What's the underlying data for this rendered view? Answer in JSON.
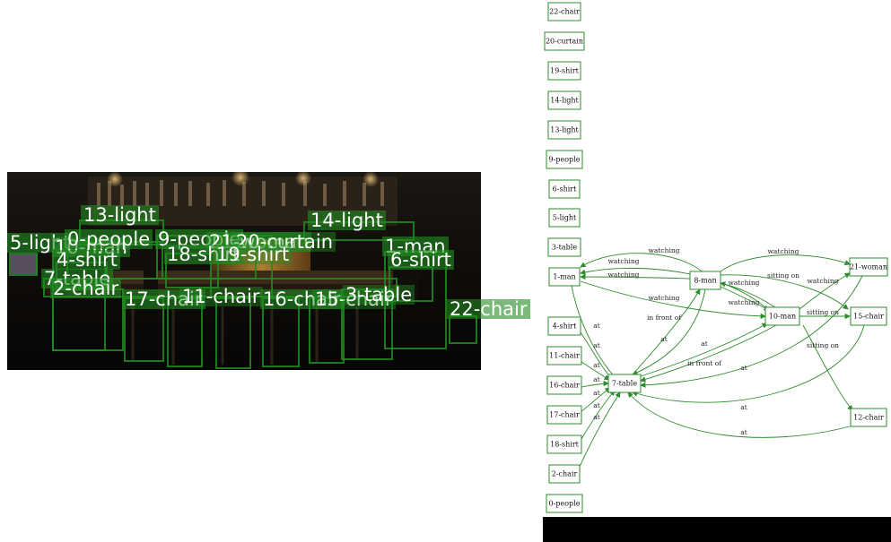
{
  "detections": [
    {
      "label": "13-light"
    },
    {
      "label": "14-light"
    },
    {
      "label": "5-light"
    },
    {
      "label": "10-man"
    },
    {
      "label": "0-people"
    },
    {
      "label": "9-people"
    },
    {
      "label": "21-woman"
    },
    {
      "label": "20-curtain"
    },
    {
      "label": "1-man"
    },
    {
      "label": "4-shirt"
    },
    {
      "label": "18-shirt"
    },
    {
      "label": "19-shirt"
    },
    {
      "label": "6-shirt"
    },
    {
      "label": "7-table"
    },
    {
      "label": "2-chair"
    },
    {
      "label": "17-chair"
    },
    {
      "label": "11-chair"
    },
    {
      "label": "16-chair"
    },
    {
      "label": "15-chair"
    },
    {
      "label": "3-table"
    },
    {
      "label": "22-chair"
    },
    {
      "label": "12-chair"
    }
  ],
  "graph": {
    "nodes": [
      {
        "id": "22-chair"
      },
      {
        "id": "20-curtain"
      },
      {
        "id": "19-shirt"
      },
      {
        "id": "14-light"
      },
      {
        "id": "13-light"
      },
      {
        "id": "9-people"
      },
      {
        "id": "6-shirt"
      },
      {
        "id": "5-light"
      },
      {
        "id": "3-table"
      },
      {
        "id": "1-man"
      },
      {
        "id": "8-man"
      },
      {
        "id": "21-woman"
      },
      {
        "id": "10-man"
      },
      {
        "id": "15-chair"
      },
      {
        "id": "4-shirt"
      },
      {
        "id": "11-chair"
      },
      {
        "id": "16-chair"
      },
      {
        "id": "7-table"
      },
      {
        "id": "17-chair"
      },
      {
        "id": "12-chair"
      },
      {
        "id": "18-shirt"
      },
      {
        "id": "2-chair"
      },
      {
        "id": "0-people"
      }
    ],
    "edges": [
      {
        "from": "8-man",
        "to": "1-man",
        "label": "watching"
      },
      {
        "from": "10-man",
        "to": "1-man",
        "label": "watching"
      },
      {
        "from": "8-man",
        "to": "1-man",
        "label": "watching"
      },
      {
        "from": "1-man",
        "to": "10-man",
        "label": "watching"
      },
      {
        "from": "8-man",
        "to": "21-woman",
        "label": "watching"
      },
      {
        "from": "8-man",
        "to": "15-chair",
        "label": "sitting on"
      },
      {
        "from": "10-man",
        "to": "8-man",
        "label": "watching"
      },
      {
        "from": "8-man",
        "to": "10-man",
        "label": "watching"
      },
      {
        "from": "10-man",
        "to": "21-woman",
        "label": "watching"
      },
      {
        "from": "10-man",
        "to": "15-chair",
        "label": "sitting on"
      },
      {
        "from": "10-man",
        "to": "12-chair",
        "label": "sitting on"
      },
      {
        "from": "1-man",
        "to": "7-table",
        "label": "at"
      },
      {
        "from": "7-table",
        "to": "8-man",
        "label": "in front of"
      },
      {
        "from": "8-man",
        "to": "7-table",
        "label": "at"
      },
      {
        "from": "7-table",
        "to": "10-man",
        "label": "at"
      },
      {
        "from": "10-man",
        "to": "7-table",
        "label": "in front of"
      },
      {
        "from": "21-woman",
        "to": "7-table",
        "label": "at"
      },
      {
        "from": "15-chair",
        "to": "7-table",
        "label": "at"
      },
      {
        "from": "12-chair",
        "to": "7-table",
        "label": "at"
      },
      {
        "from": "4-shirt",
        "to": "7-table",
        "label": "at"
      },
      {
        "from": "11-chair",
        "to": "7-table",
        "label": "at"
      },
      {
        "from": "16-chair",
        "to": "7-table",
        "label": "at"
      },
      {
        "from": "17-chair",
        "to": "7-table",
        "label": "at"
      },
      {
        "from": "18-shirt",
        "to": "7-table",
        "label": "at"
      },
      {
        "from": "2-chair",
        "to": "7-table",
        "label": "at"
      }
    ]
  }
}
